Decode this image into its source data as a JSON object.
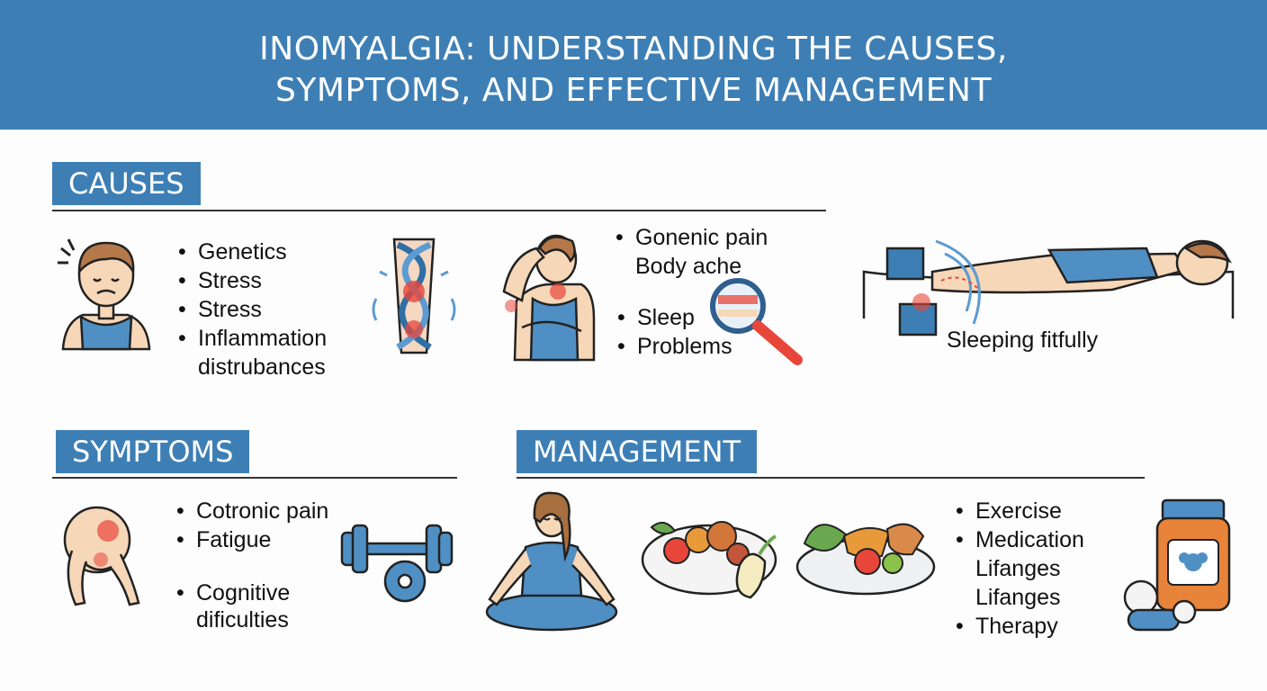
{
  "header": {
    "title_line1": "INOMYALGIA: UNDERSTANDING THE CAUSES,",
    "title_line2": "SYMPTOMS, AND EFFECTIVE MANAGEMENT"
  },
  "causes": {
    "label": "CAUSES",
    "list1": [
      "Genetics",
      "Stress",
      "Stress",
      "Inflammation",
      "distrubances"
    ],
    "list2": [
      "Gonenic pain",
      "Body ache",
      "Sleep",
      "Problems"
    ],
    "sleep_caption": "Sleeping fitfully"
  },
  "symptoms": {
    "label": "SYMPTOMS",
    "list": [
      "Cotronic pain",
      "Fatigue",
      "Cognitive",
      "dificulties"
    ]
  },
  "management": {
    "label": "MANAGEMENT",
    "list": [
      "Exercise",
      "Medication",
      "Lifanges",
      "Lifanges",
      "Therapy"
    ]
  },
  "colors": {
    "accent": "#3d7fb5",
    "pain": "#e8463a",
    "skin": "#f6d7b8",
    "shirt": "#4f8fc4"
  }
}
